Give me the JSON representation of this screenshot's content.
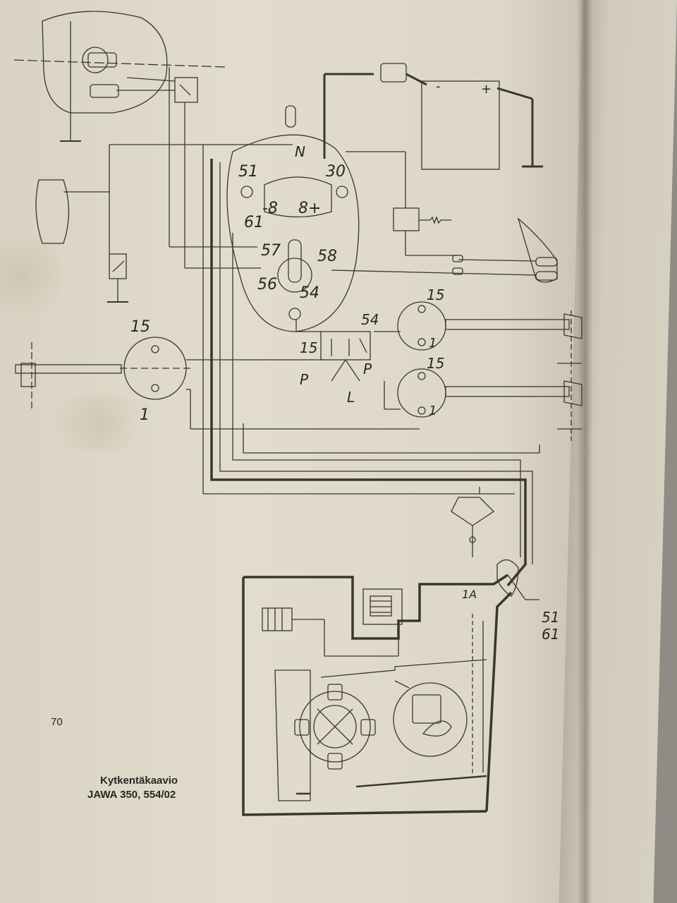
{
  "caption": {
    "line1": "Kytkentäkaavio",
    "line2": "JAWA 350, 554/02"
  },
  "page_number": "70",
  "terminals": {
    "n": "N",
    "t51": "51",
    "t30": "30",
    "gauge_minus": "-8",
    "gauge_plus": "8+",
    "t61": "61",
    "t57": "57",
    "t58": "58",
    "t56": "56",
    "t54": "54",
    "switch_54": "54",
    "switch_15": "15",
    "switch_p1": "P",
    "switch_p2": "P",
    "switch_l": "L",
    "left_15": "15",
    "left_1": "1",
    "right_top_15": "15",
    "right_top_1": "1",
    "right_bottom_15": "15",
    "right_bottom_1": "1",
    "gen_1a": "1A",
    "gen_51": "51",
    "gen_61": "61",
    "battery_minus": "-",
    "battery_plus": "+"
  }
}
